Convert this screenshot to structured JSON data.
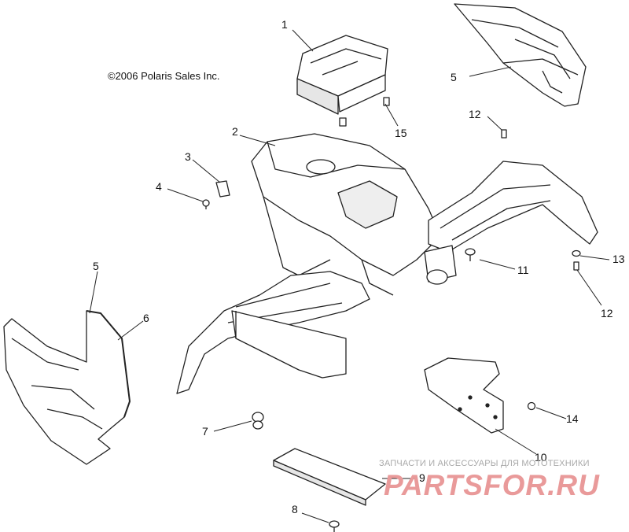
{
  "copyright": "©2006 Polaris Sales Inc.",
  "watermark": {
    "caption": "ЗАПЧАСТИ И АКСЕССУАРЫ ДЛЯ МОТОТЕХНИКИ",
    "logo": "PARTSFOR.RU"
  },
  "callouts": {
    "c1": "1",
    "c2": "2",
    "c3": "3",
    "c4": "4",
    "c5a": "5",
    "c5b": "5",
    "c6": "6",
    "c7": "7",
    "c8": "8",
    "c9": "9",
    "c10": "10",
    "c11": "11",
    "c12a": "12",
    "c12b": "12",
    "c13": "13",
    "c14": "14",
    "c15": "15"
  },
  "colors": {
    "line": "#222222",
    "fill": "#ffffff",
    "shade": "#cfcfcf",
    "watermark_logo": "#e99a9a"
  }
}
